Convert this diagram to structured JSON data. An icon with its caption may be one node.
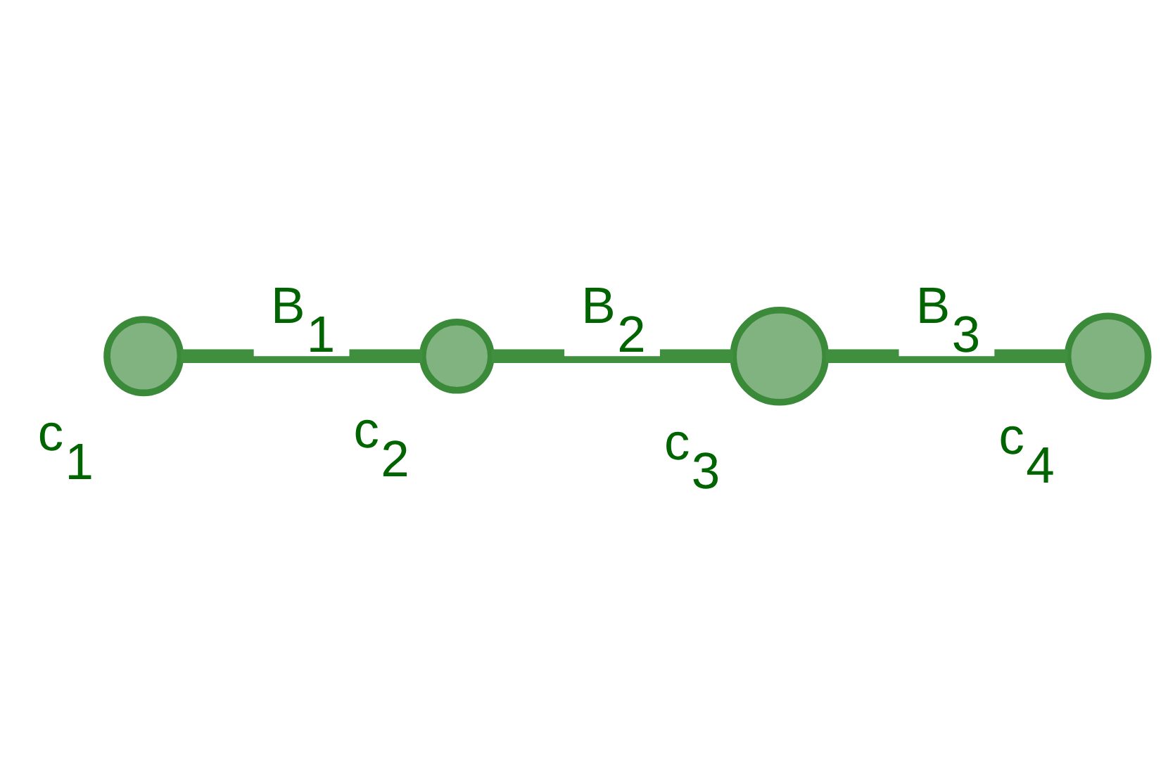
{
  "diagram": {
    "nodes": [
      {
        "text": [],
        "shape": "circle",
        "beside": [
          "c$_{1}$"
        ]
      },
      {
        "text": [],
        "shape": "circle",
        "beside": [
          "c$_{2}$"
        ]
      },
      {
        "text": [],
        "shape": "circle",
        "beside": [
          "c$_{3}$"
        ]
      },
      {
        "text": [],
        "shape": "circle",
        "beside": [
          "c$_{4}$"
        ]
      }
    ],
    "edges": [
      {
        "from": 0,
        "to": 1,
        "arrow": "none",
        "label": "B$_{1}$"
      },
      {
        "from": 1,
        "to": 2,
        "arrow": "none",
        "label": "B$_{2}$"
      },
      {
        "from": 2,
        "to": 3,
        "arrow": "none",
        "label": "B$_{3}$"
      }
    ]
  }
}
